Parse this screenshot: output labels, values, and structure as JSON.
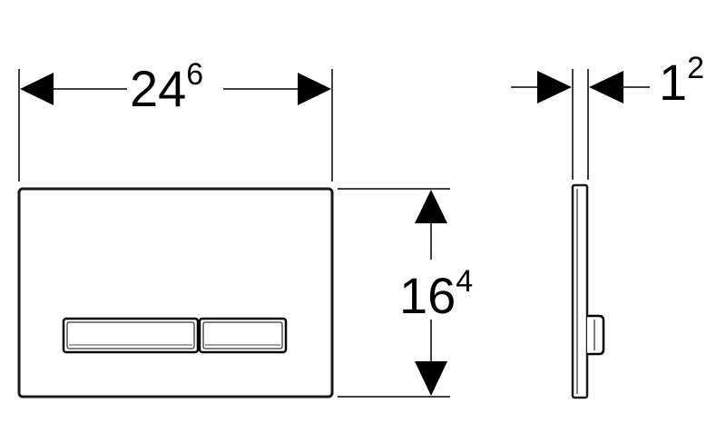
{
  "dimensions": {
    "width": {
      "main": "24",
      "sup": "6"
    },
    "height": {
      "main": "16",
      "sup": "4"
    },
    "depth": {
      "main": "1",
      "sup": "2"
    }
  },
  "colors": {
    "line": "#000000",
    "plate_outline": "#1a1a1a",
    "background": "#ffffff"
  }
}
